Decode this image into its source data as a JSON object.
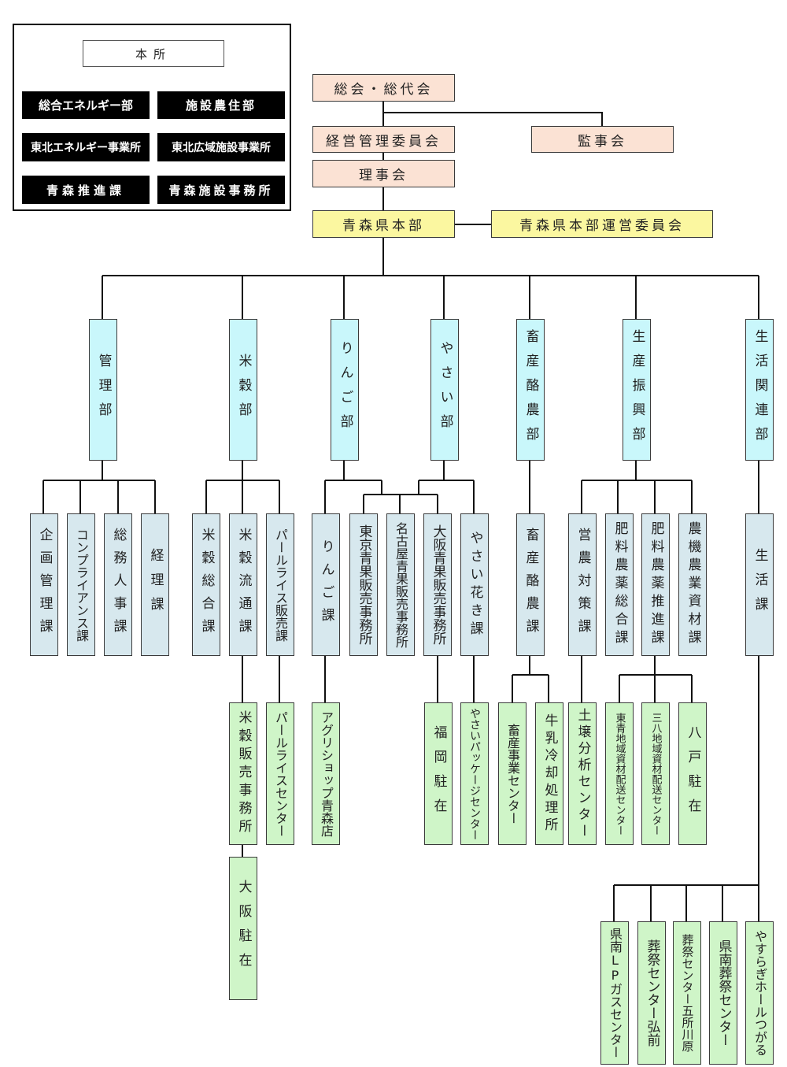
{
  "legend": {
    "main_office": "本所",
    "rows": [
      [
        "総合エネルギー部",
        "施設農住部"
      ],
      [
        "東北エネルギー事業所",
        "東北広域施設事業所"
      ],
      [
        "青森推進課",
        "青森施設事務所"
      ]
    ]
  },
  "top": {
    "general_assembly": "総会・総代会",
    "management_committee": "経営管理委員会",
    "auditors": "監事会",
    "board": "理事会",
    "hq": "青森県本部",
    "hq_committee": "青森県本部運営委員会"
  },
  "departments": [
    {
      "name": "管理部",
      "sections": [
        "企画管理課",
        "コンプライアンス課",
        "総務人事課",
        "経理課"
      ]
    },
    {
      "name": "米穀部",
      "sections": [
        "米穀総合課",
        "米穀流通課",
        "パールライス販売課"
      ]
    },
    {
      "name": "りんご部",
      "sections": [
        "りんご課",
        "東京青果販売事務所",
        "名古屋青果販売事務所",
        "大阪青果販売事務所"
      ]
    },
    {
      "name": "やさい部",
      "sections": [
        "やさい花き課"
      ]
    },
    {
      "name": "畜産酪農部",
      "sections": [
        "畜産酪農課"
      ]
    },
    {
      "name": "生産振興部",
      "sections": [
        "営農対策課",
        "肥料農薬総合課",
        "肥料農薬推進課",
        "農機農業資材課"
      ]
    },
    {
      "name": "生活関連部",
      "sections": [
        "生活課"
      ]
    }
  ],
  "facilities": {
    "rice_sales_office": "米穀販売事務所",
    "osaka_branch": "大阪駐在",
    "pearl_rice_center": "パールライスセンター",
    "agri_shop": "アグリショップ青森店",
    "fukuoka_branch": "福岡駐在",
    "vegetable_package_center": "やさいパッケージセンター",
    "livestock_center": "畜産事業センター",
    "milk_cooling": "牛乳冷却処理所",
    "soil_analysis": "土壌分析センター",
    "touseiregion_center": "東青地域資材配送センター",
    "sanpachi_center": "三八地域資材配送センター",
    "hachinohe_branch": "八戸駐在",
    "kennan_lp": "県南LPガスセンター",
    "funeral_hirosaki": "葬祭センター弘前",
    "funeral_goshogawara": "葬祭センター五所川原",
    "kennan_funeral": "県南葬祭センター",
    "yasuragi_hall": "やすらぎホールつがる"
  },
  "colors": {
    "executive": "#fbe2d4",
    "hq": "#fbf7a0",
    "department": "#c9f7fb",
    "section": "#d7e8ee",
    "facility": "#cff5c8",
    "legend_unit": "#000000"
  }
}
